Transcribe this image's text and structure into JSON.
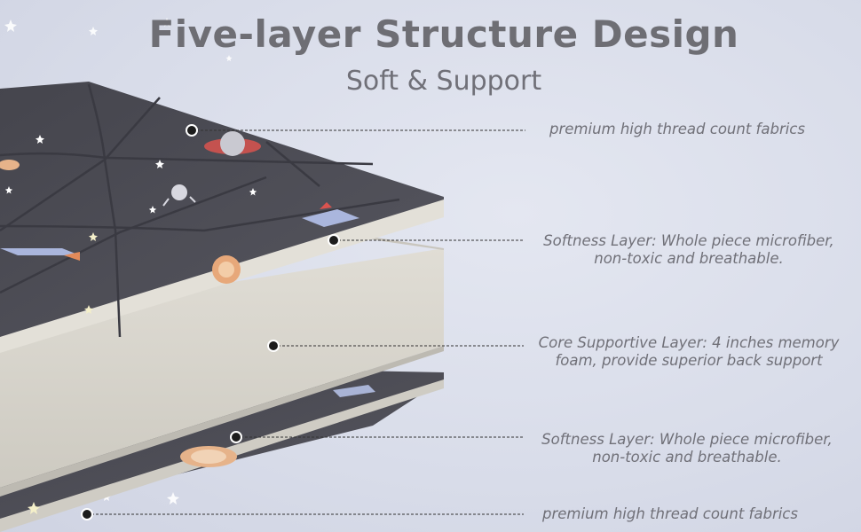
{
  "header": {
    "title": "Five-layer Structure Design",
    "subtitle": "Soft & Support"
  },
  "layers": [
    {
      "line1": "premium high thread count fabrics",
      "line2": ""
    },
    {
      "line1": "Softness Layer: Whole piece microfiber,",
      "line2": "non-toxic and breathable."
    },
    {
      "line1": "Core Supportive Layer: 4 inches memory",
      "line2": "foam, provide superior back support"
    },
    {
      "line1": "Softness Layer: Whole piece microfiber,",
      "line2": "non-toxic and breathable."
    },
    {
      "line1": "premium high thread count fabrics",
      "line2": ""
    }
  ],
  "colors": {
    "background": "#d8dce9",
    "fabric": "#4f4f57",
    "foam": "#d9d6cd",
    "text": "#707078"
  },
  "icons": [
    "star-icon",
    "planet-icon",
    "rocket-icon",
    "satellite-icon"
  ]
}
